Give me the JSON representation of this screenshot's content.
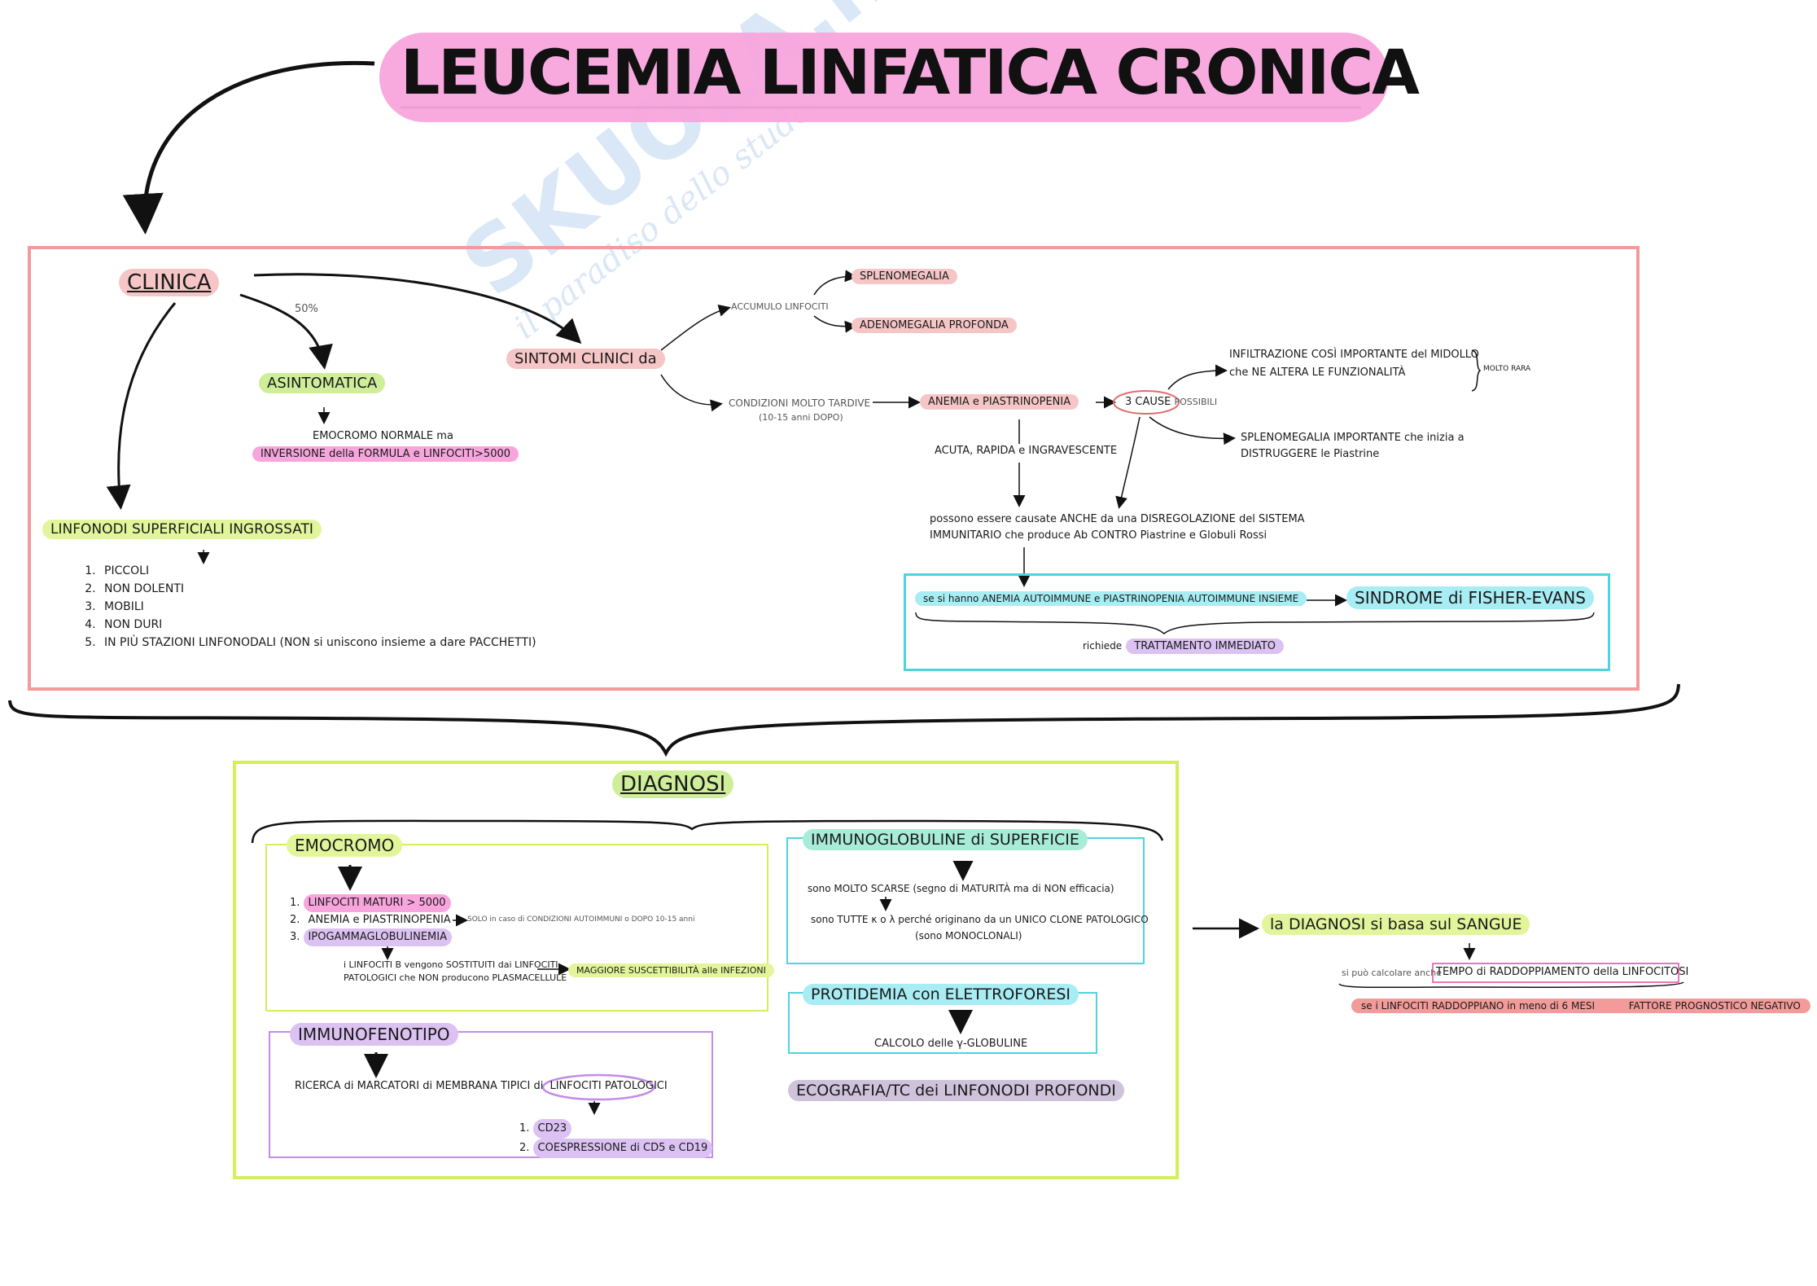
{
  "title": "LEUCEMIA LINFATICA CRONICA",
  "watermark": {
    "brand": "SKUOLA.net",
    "tagline": "il paradiso dello studente"
  },
  "colors": {
    "pink": "#f8a5dd",
    "clinica_border": "#f39a9a",
    "diagnosi_border": "#d3ef5a",
    "cyan": "#4fd3e0",
    "lavender": "#c58be8"
  },
  "clinica": {
    "heading": "CLINICA",
    "percent": "50%",
    "asintomatica": "ASINTOMATICA",
    "emocromo_normale": "EMOCROMO NORMALE ma",
    "inversione": "INVERSIONE della FORMULA e LINFOCITI>5000",
    "linfonodi_heading": "LINFONODI SUPERFICIALI INGROSSATI",
    "linfonodi_items": [
      "PICCOLI",
      "NON DOLENTI",
      "MOBILI",
      "NON DURI",
      "IN PIÙ STAZIONI LINFONODALI (NON si uniscono insieme a dare PACCHETTI)"
    ],
    "sintomi": "SINTOMI CLINICI da",
    "accumulo": "ACCUMULO LINFOCITI",
    "splenomegalia": "SPLENOMEGALIA",
    "adenomegalia": "ADENOMEGALIA PROFONDA",
    "condizioni": "CONDIZIONI MOLTO TARDIVE",
    "condizioni_sub": "(10-15 anni DOPO)",
    "anemia": "ANEMIA e PIASTRINOPENIA",
    "cause_n": "3 CAUSE",
    "cause_word": "POSSIBILI",
    "infiltrazione_1": "INFILTRAZIONE COSÌ IMPORTANTE del MIDOLLO",
    "infiltrazione_2": "che NE ALTERA LE FUNZIONALITÀ",
    "molto_rara": "MOLTO RARA",
    "spleno_imp_1": "SPLENOMEGALIA IMPORTANTE che inizia a",
    "spleno_imp_2": "DISTRUGGERE le Piastrine",
    "acuta": "ACUTA, RAPIDA e INGRAVESCENTE",
    "disreg_1": "possono essere causate ANCHE da una DISREGOLAZIONE del SISTEMA",
    "disreg_2": "IMMUNITARIO che produce Ab CONTRO Piastrine e Globuli Rossi",
    "fisher_pre": "se si hanno ANEMIA AUTOIMMUNE e PIASTRINOPENIA AUTOIMMUNE INSIEME",
    "fisher": "SINDROME di FISHER-EVANS",
    "richiede": "richiede",
    "trattamento": "TRATTAMENTO IMMEDIATO"
  },
  "diagnosi": {
    "heading": "DIAGNOSI",
    "emocromo": "EMOCROMO",
    "emocromo_items": [
      "LINFOCITI MATURI > 5000",
      "ANEMIA e PIASTRINOPENIA",
      "IPOGAMMAGLOBULINEMIA"
    ],
    "solo_in_caso": "SOLO in caso di CONDIZIONI AUTOIMMUNI o DOPO 10-15 anni",
    "linfociti_b_1": "i LINFOCITI B vengono SOSTITUITI dai LINFOCITI",
    "linfociti_b_2": "PATOLOGICI che NON producono PLASMACELLULE",
    "suscettibilita": "MAGGIORE SUSCETTIBILITÀ alle INFEZIONI",
    "immunofenotipo": "IMMUNOFENOTIPO",
    "ricerca": "RICERCA di MARCATORI di MEMBRANA TIPICI di",
    "linfociti_patologici": "LINFOCITI PATOLOGICI",
    "marker_items": [
      "CD23",
      "COESPRESSIONE di CD5 e CD19"
    ],
    "immunoglobuline": "IMMUNOGLOBULINE di SUPERFICIE",
    "scarse": "sono MOLTO SCARSE (segno di MATURITÀ ma di NON efficacia)",
    "tutte_1": "sono TUTTE κ o λ perché originano da un UNICO CLONE PATOLOGICO",
    "tutte_2": "(sono MONOCLONALI)",
    "protidemia": "PROTIDEMIA con ELETTROFORESI",
    "calcolo": "CALCOLO delle γ-GLOBULINE",
    "ecografia": "ECOGRAFIA/TC dei LINFONODI PROFONDI",
    "sangue": "la DIAGNOSI si basa sul SANGUE",
    "si_puo": "si può calcolare anche",
    "tempo": "TEMPO di RADDOPPIAMENTO della LINFOCITOSI",
    "se_linfociti": "se i LINFOCITI RADDOPPIANO in meno di 6 MESI",
    "fattore": "FATTORE PROGNOSTICO NEGATIVO"
  }
}
